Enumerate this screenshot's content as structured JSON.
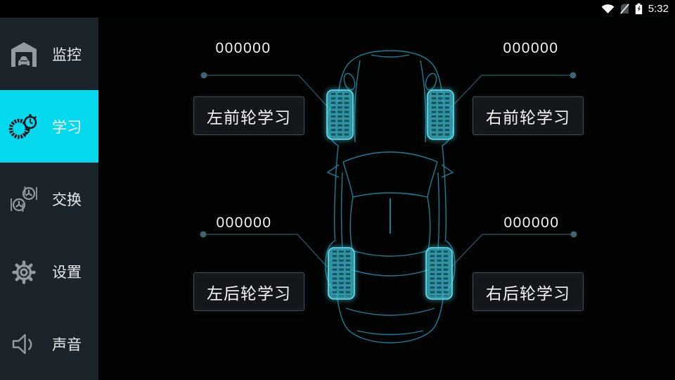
{
  "status_bar": {
    "time": "5:32",
    "icons": [
      "wifi-icon",
      "no-sim-icon",
      "battery-charging-icon"
    ]
  },
  "sidebar": {
    "items": [
      {
        "label": "监控",
        "icon": "garage-car-icon",
        "active": false
      },
      {
        "label": "学习",
        "icon": "tire-learn-icon",
        "active": true
      },
      {
        "label": "交换",
        "icon": "wheel-swap-icon",
        "active": false
      },
      {
        "label": "设置",
        "icon": "gear-icon",
        "active": false
      },
      {
        "label": "声音",
        "icon": "speaker-icon",
        "active": false
      }
    ]
  },
  "main": {
    "vehicle": "sedan-top-view",
    "wheels": [
      {
        "position": "front-left",
        "sensor_id": "000000",
        "button_label": "左前轮学习"
      },
      {
        "position": "front-right",
        "sensor_id": "000000",
        "button_label": "右前轮学习"
      },
      {
        "position": "rear-left",
        "sensor_id": "000000",
        "button_label": "左后轮学习"
      },
      {
        "position": "rear-right",
        "sensor_id": "000000",
        "button_label": "右后轮学习"
      }
    ]
  },
  "colors": {
    "sidebar_background": "#1b232b",
    "active_item": "#04d9ee",
    "main_background": "#000000",
    "car_outline": "#1e8da4",
    "tire_highlight": "#45cdde",
    "connector_line": "#2d4c56",
    "button_background": "#13171c",
    "button_border": "#434b52",
    "text": "#ffffff"
  }
}
